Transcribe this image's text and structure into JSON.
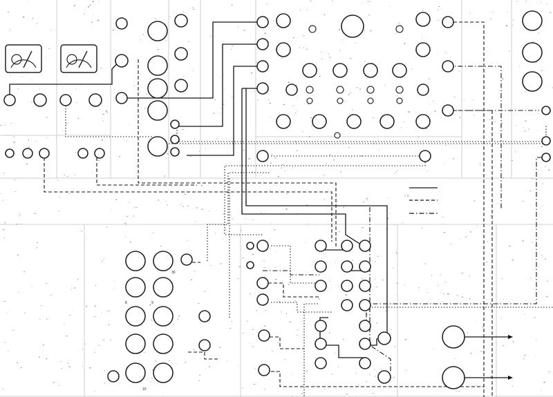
{
  "diagram": {
    "knob_labels": [
      "30",
      "8",
      "9",
      "10"
    ],
    "legend": [
      {
        "style": "solid"
      },
      {
        "style": "dash"
      },
      {
        "style": "dashdot"
      }
    ]
  }
}
